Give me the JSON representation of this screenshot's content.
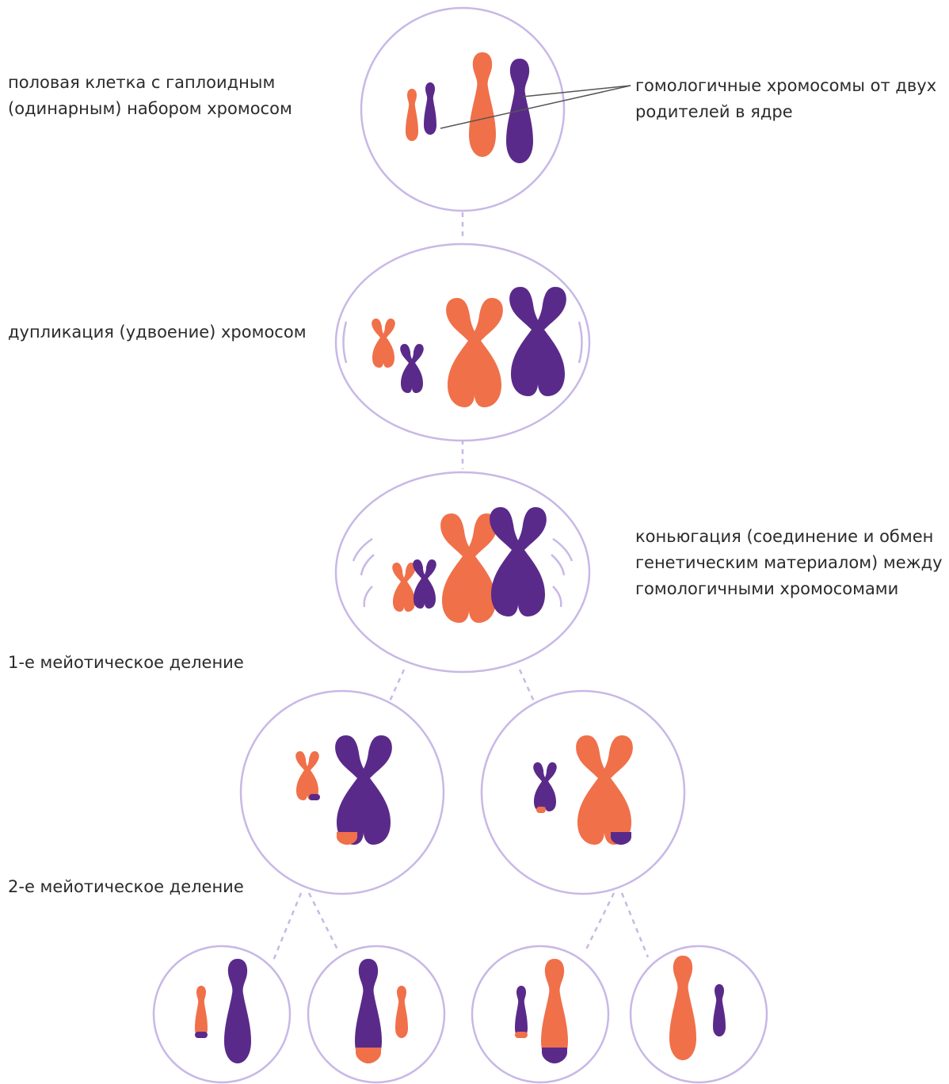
{
  "labels": {
    "haploid_line1": "половая клетка с гаплоидным",
    "haploid_line2": "(одинарным) набором хромосом",
    "homologous_line1": "гомологичные хромосомы от двух",
    "homologous_line2": "родителей в ядре",
    "duplication": "дупликация (удвоение) хромосом",
    "conjugation_line1": "коньюгация (соединение и обмен",
    "conjugation_line2": "генетическим материалом) между",
    "conjugation_line3": "гомологичными хромосомами",
    "division1": "1-е мейотическое деление",
    "division2": "2-е мейотическое деление"
  },
  "colors": {
    "orange": "#f0704a",
    "purple": "#5a2a8a",
    "cell_outline": "#c8b8e6",
    "connector": "#c8b8e6",
    "text": "#2b2b2b",
    "pointer_line": "#555555"
  }
}
